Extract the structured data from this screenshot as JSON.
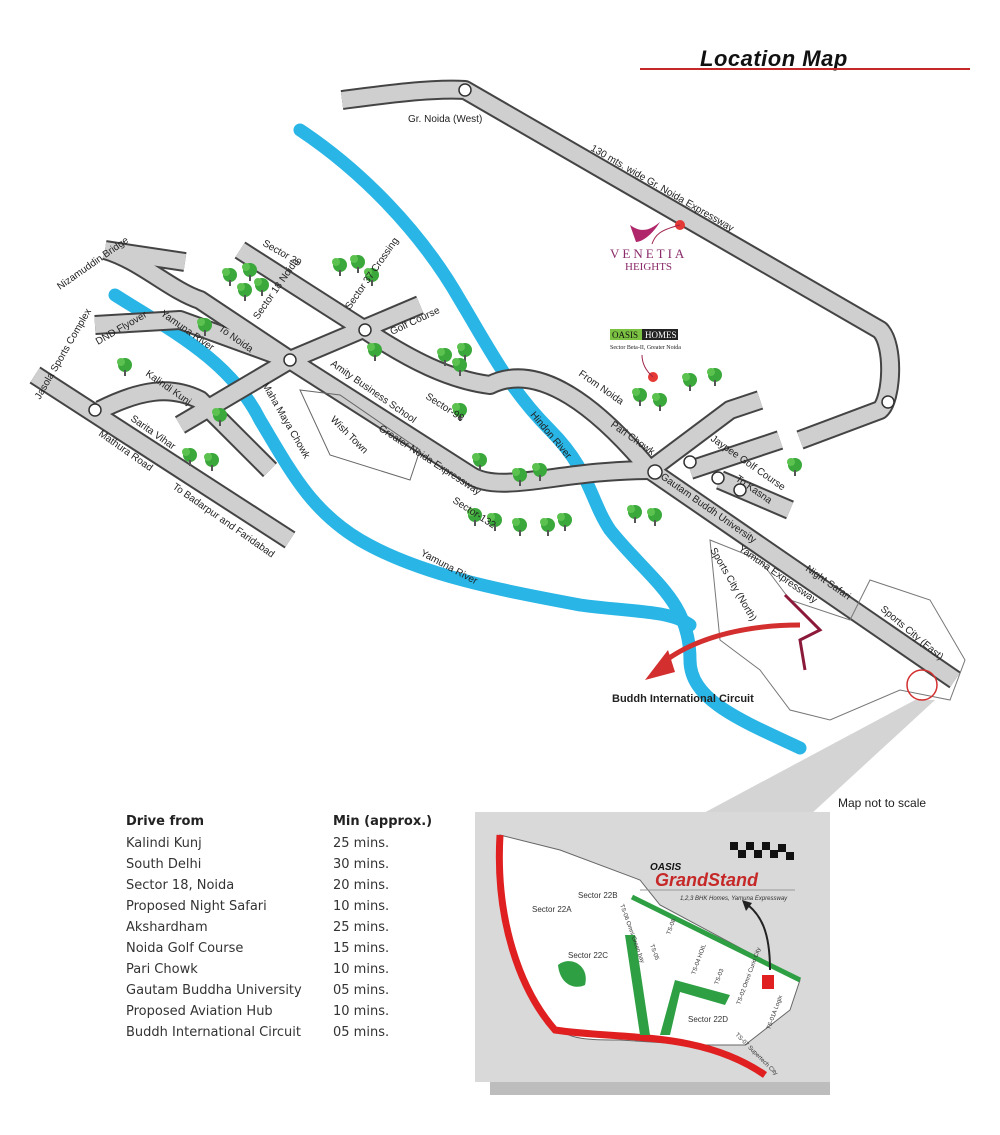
{
  "title": "Location Map",
  "scale_note": "Map not to scale",
  "map_labels": {
    "gr_noida_west": "Gr. Noida (West)",
    "gn_expressway_130": "130 mts. wide Gr. Noida Expressway",
    "nizamuddin_bridge": "Nizamuddin Bridge",
    "dnd_flyover": "DND Flyover",
    "jasola": "Jasola Sports Complex",
    "kalindi_kunj": "Kalindi Kunj",
    "sarita_vihar": "Sarita Vihar",
    "mathura_road": "Mathura Road",
    "to_badarpur": "To Badarpur and Faridabad",
    "yamuna_river_1": "Yamuna River",
    "yamuna_river_2": "Yamuna River",
    "to_noida": "To Noida",
    "sector_18": "Sector 18 Noida",
    "sector_29": "Sector 29",
    "sector_37": "Sector 37 Crossing",
    "golf_course": "Golf Course",
    "maha_maya": "Maha Maya Chowk",
    "amity": "Amity Business School",
    "wish_town": "Wish Town",
    "sector_98": "Sector-98",
    "gn_expressway": "Greater Noida Expressway",
    "sector_132": "Sector-132",
    "hindon_river": "Hindon River",
    "from_noida": "From Noida",
    "pari_chowk": "Pari Chowk",
    "jaypee_golf": "Jaypee Golf Course",
    "to_kasna": "To Kasna",
    "gautam_buddh_univ": "Gautam Buddh University",
    "yamuna_expressway": "Yamuna Expressway",
    "sports_city_north": "Sports City (North)",
    "night_safari": "Night Safari",
    "sports_city_east": "Sports City (East)",
    "buddh_circuit": "Buddh International Circuit"
  },
  "projects": {
    "venetia_name": "VENETIA",
    "venetia_name2": "HEIGHTS",
    "oasis_homes_1": "OASIS",
    "oasis_homes_2": "HOMES",
    "oasis_homes_sub": "Sector Beta-II, Greater Noida"
  },
  "inset": {
    "brand_small": "OASIS",
    "brand_big": "GrandStand",
    "tagline": "1,2,3 BHK Homes, Yamuna Expressway",
    "labels": [
      "Sector 22A",
      "Sector 22B",
      "Sector 22C",
      "Sector 22D",
      "TS-06 Omni Green bay",
      "TS-08",
      "TS-05",
      "TS-04 HOIL",
      "TS-03",
      "TS-02 Omni Curio City",
      "TS-01A Logix",
      "TS-07 Supertech City"
    ]
  },
  "drive_table": {
    "headers": [
      "Drive from",
      "Min (approx.)"
    ],
    "rows": [
      [
        "Kalindi Kunj",
        "25 mins."
      ],
      [
        "South Delhi",
        "30 mins."
      ],
      [
        "Sector 18, Noida",
        "20 mins."
      ],
      [
        "Proposed Night Safari",
        "10 mins."
      ],
      [
        "Akshardham",
        "25 mins."
      ],
      [
        "Noida Golf Course",
        "15 mins."
      ],
      [
        "Pari Chowk",
        "10 mins."
      ],
      [
        "Gautam Buddha University",
        "05 mins."
      ],
      [
        "Proposed Aviation Hub",
        "10 mins."
      ],
      [
        "Buddh International Circuit",
        "05 mins."
      ]
    ]
  },
  "colors": {
    "road": "#cfcfcf",
    "river": "#29b5e6",
    "tree": "#3aa83a",
    "accent": "#d32f2f",
    "inset_bg": "#d9d9d9"
  }
}
